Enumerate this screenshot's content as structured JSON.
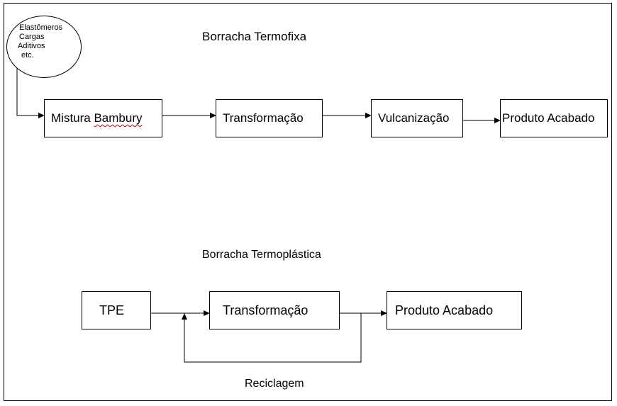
{
  "thermoset": {
    "title": "Borracha Termofixa",
    "inputs": [
      "Elastômeros",
      "Cargas",
      "Aditivos",
      "etc."
    ],
    "mixing_prefix": "Mistura ",
    "mixing_word": "Bambury",
    "transformation": "Transformação",
    "vulcanization": "Vulcanização",
    "product": "Produto Acabado"
  },
  "thermoplastic": {
    "title": "Borracha Termoplástica",
    "tpe": "TPE",
    "transformation": "Transformação",
    "product": "Produto Acabado",
    "recycling": "Reciclagem"
  }
}
